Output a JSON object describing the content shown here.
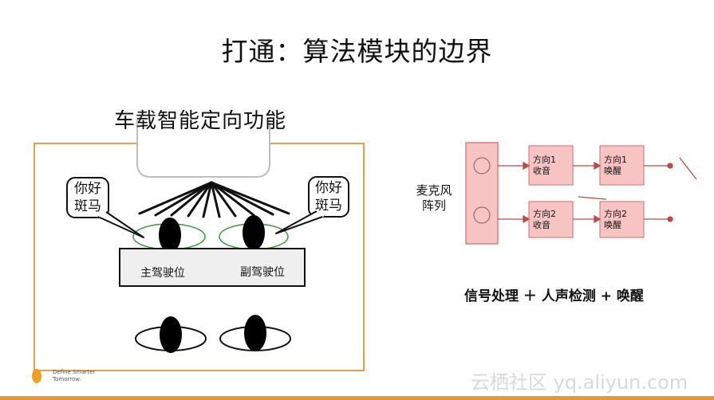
{
  "title": "打通：算法模块的边界",
  "subtitle": "车载智能定向功能",
  "car_diagram": {
    "bubble_left": [
      "你好",
      "斑马"
    ],
    "bubble_right": [
      "你好",
      "斑马"
    ],
    "seat_driver": "主驾驶位",
    "seat_passenger": "副驾驶位"
  },
  "pipeline": {
    "mic_array": [
      "麦克风",
      "阵列"
    ],
    "row1": {
      "box1": [
        "方向1",
        "收音"
      ],
      "box2": [
        "方向1",
        "唤醒"
      ]
    },
    "row2": {
      "box1": [
        "方向2",
        "收音"
      ],
      "box2": [
        "方向2",
        "唤醒"
      ]
    },
    "caption": "信号处理 ＋ 人声检测 + 唤醒"
  },
  "footer": {
    "line1": "Define Smarter",
    "line2": "Tomorrow."
  },
  "watermark": "云栖社区 yq.aliyun.com",
  "colors": {
    "orange_frame": "#e8a04a",
    "box_fill": "#f7c3c3",
    "box_border": "#d88080",
    "arrow": "#c04848",
    "ellipse_green": "#3a9a3a"
  }
}
